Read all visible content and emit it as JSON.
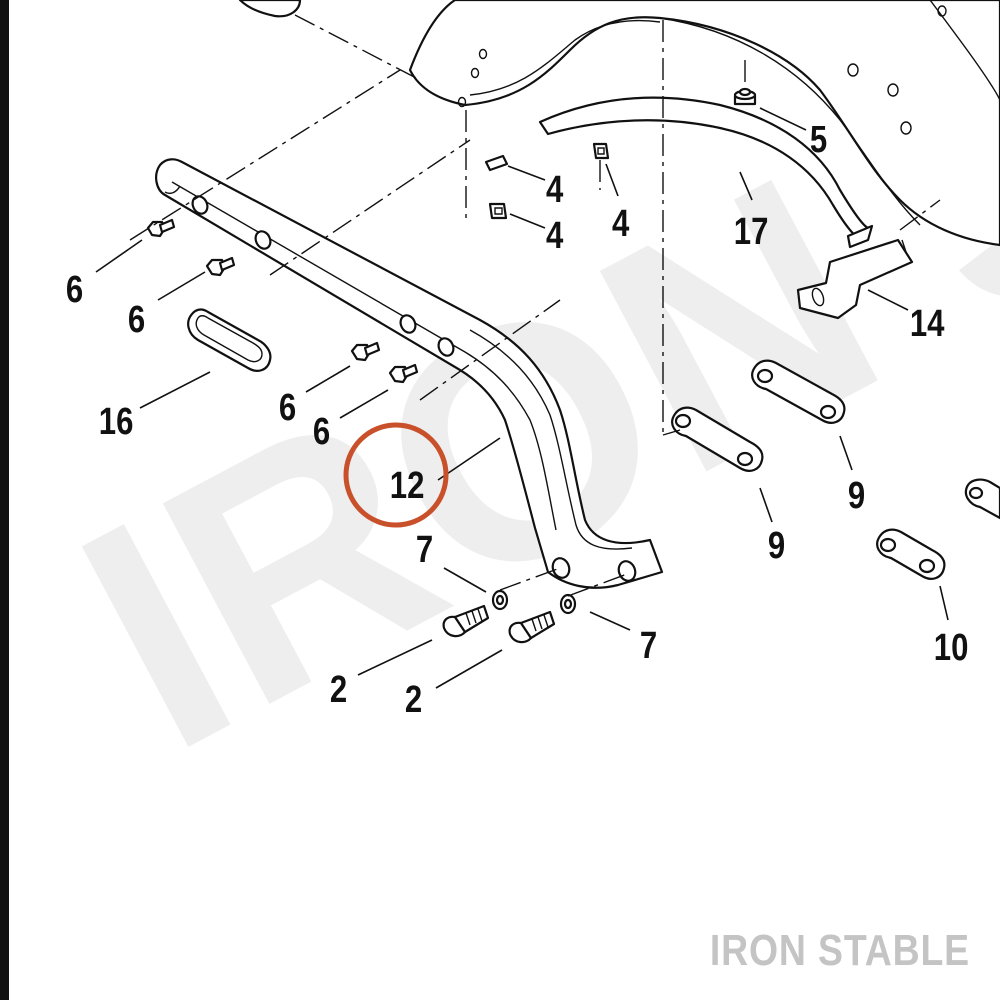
{
  "watermark": "IRON STABLE",
  "brand": "IRON STABLE",
  "highlight_color": "#c8502a",
  "callouts": {
    "c2a": "2",
    "c2b": "2",
    "c4a": "4",
    "c4b": "4",
    "c4c": "4",
    "c5": "5",
    "c6a": "6",
    "c6b": "6",
    "c6c": "6",
    "c6d": "6",
    "c7a": "7",
    "c7b": "7",
    "c9a": "9",
    "c9b": "9",
    "c10": "10",
    "c12": "12",
    "c14": "14",
    "c16": "16",
    "c17": "17"
  }
}
